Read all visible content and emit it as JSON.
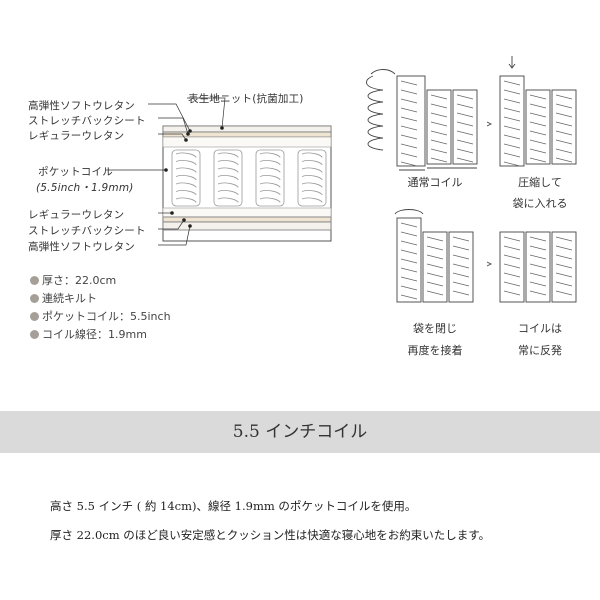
{
  "layer_labels": {
    "top_outer_urethane": "高弾性ソフトウレタン",
    "top_stretch_sheet": "ストレッチバックシート",
    "top_regular_urethane": "レギュラーウレタン",
    "knit_fabric": "表生地ニット(抗菌加工)",
    "pocket_coil": "ポケットコイル",
    "pocket_coil_size": "(5.5inch・1.9mm)",
    "bottom_regular_urethane": "レギュラーウレタン",
    "bottom_stretch_sheet": "ストレッチバックシート",
    "bottom_outer_urethane": "高弾性ソフトウレタン"
  },
  "specs": [
    {
      "text": "厚さ：22.0cm"
    },
    {
      "text": "連続キルト"
    },
    {
      "text": "ポケットコイル：5.5inch"
    },
    {
      "text": "コイル線径：1.9mm"
    }
  ],
  "process": {
    "step1": "通常コイル",
    "step2_line1": "圧縮して",
    "step2_line2": "袋に入れる",
    "step3_line1": "袋を閉じ",
    "step3_line2": "再度を接着",
    "step4_line1": "コイルは",
    "step4_line2": "常に反発"
  },
  "banner": {
    "title": "5.5 インチコイル"
  },
  "description": {
    "line1": "高さ 5.5 インチ ( 約 14cm)、線径 1.9mm のポケットコイルを使用。",
    "line2": "厚さ 22.0cm のほど良い安定感とクッション性は快適な寝心地をお約束いたします。"
  },
  "colors": {
    "spec_dot": "#a59f97",
    "banner_bg": "#d9dad9",
    "layer_band": "#efe4d2"
  }
}
